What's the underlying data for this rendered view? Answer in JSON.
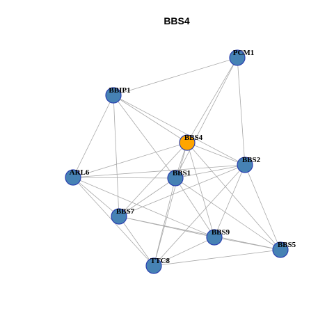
{
  "title": "BBS4",
  "colors": {
    "node_default": "#4682b4",
    "node_highlight": "#ffa500",
    "node_border": "#2a3fb0",
    "edge": "#a8a8a8",
    "background": "#ffffff"
  },
  "graph": {
    "nodes": [
      {
        "id": "PCM1",
        "label": "PCM1",
        "highlight": false
      },
      {
        "id": "BBIP1",
        "label": "BBIP1",
        "highlight": false
      },
      {
        "id": "BBS4",
        "label": "BBS4",
        "highlight": true
      },
      {
        "id": "BBS2",
        "label": "BBS2",
        "highlight": false
      },
      {
        "id": "ARL6",
        "label": "ARL6",
        "highlight": false
      },
      {
        "id": "BBS1",
        "label": "BBS1",
        "highlight": false
      },
      {
        "id": "BBS7",
        "label": "BBS7",
        "highlight": false
      },
      {
        "id": "BBS9",
        "label": "BBS9",
        "highlight": false
      },
      {
        "id": "BBS5",
        "label": "BBS5",
        "highlight": false
      },
      {
        "id": "TTC8",
        "label": "TTC8",
        "highlight": false
      }
    ],
    "edges": [
      [
        "PCM1",
        "BBIP1"
      ],
      [
        "PCM1",
        "BBS4"
      ],
      [
        "PCM1",
        "BBS2"
      ],
      [
        "PCM1",
        "BBS1"
      ],
      [
        "BBIP1",
        "BBS4"
      ],
      [
        "BBIP1",
        "BBS2"
      ],
      [
        "BBIP1",
        "ARL6"
      ],
      [
        "BBIP1",
        "BBS1"
      ],
      [
        "BBIP1",
        "BBS7"
      ],
      [
        "BBS4",
        "BBS2"
      ],
      [
        "BBS4",
        "ARL6"
      ],
      [
        "BBS4",
        "BBS1"
      ],
      [
        "BBS4",
        "BBS7"
      ],
      [
        "BBS4",
        "BBS9"
      ],
      [
        "BBS4",
        "BBS5"
      ],
      [
        "BBS4",
        "TTC8"
      ],
      [
        "BBS2",
        "ARL6"
      ],
      [
        "BBS2",
        "BBS1"
      ],
      [
        "BBS2",
        "BBS7"
      ],
      [
        "BBS2",
        "BBS9"
      ],
      [
        "BBS2",
        "BBS5"
      ],
      [
        "BBS2",
        "TTC8"
      ],
      [
        "ARL6",
        "BBS1"
      ],
      [
        "ARL6",
        "BBS7"
      ],
      [
        "ARL6",
        "BBS9"
      ],
      [
        "ARL6",
        "TTC8"
      ],
      [
        "BBS1",
        "BBS7"
      ],
      [
        "BBS1",
        "BBS9"
      ],
      [
        "BBS1",
        "BBS5"
      ],
      [
        "BBS1",
        "TTC8"
      ],
      [
        "BBS7",
        "BBS9"
      ],
      [
        "BBS7",
        "BBS5"
      ],
      [
        "BBS7",
        "TTC8"
      ],
      [
        "BBS9",
        "BBS5"
      ],
      [
        "BBS9",
        "TTC8"
      ],
      [
        "BBS5",
        "TTC8"
      ]
    ]
  }
}
